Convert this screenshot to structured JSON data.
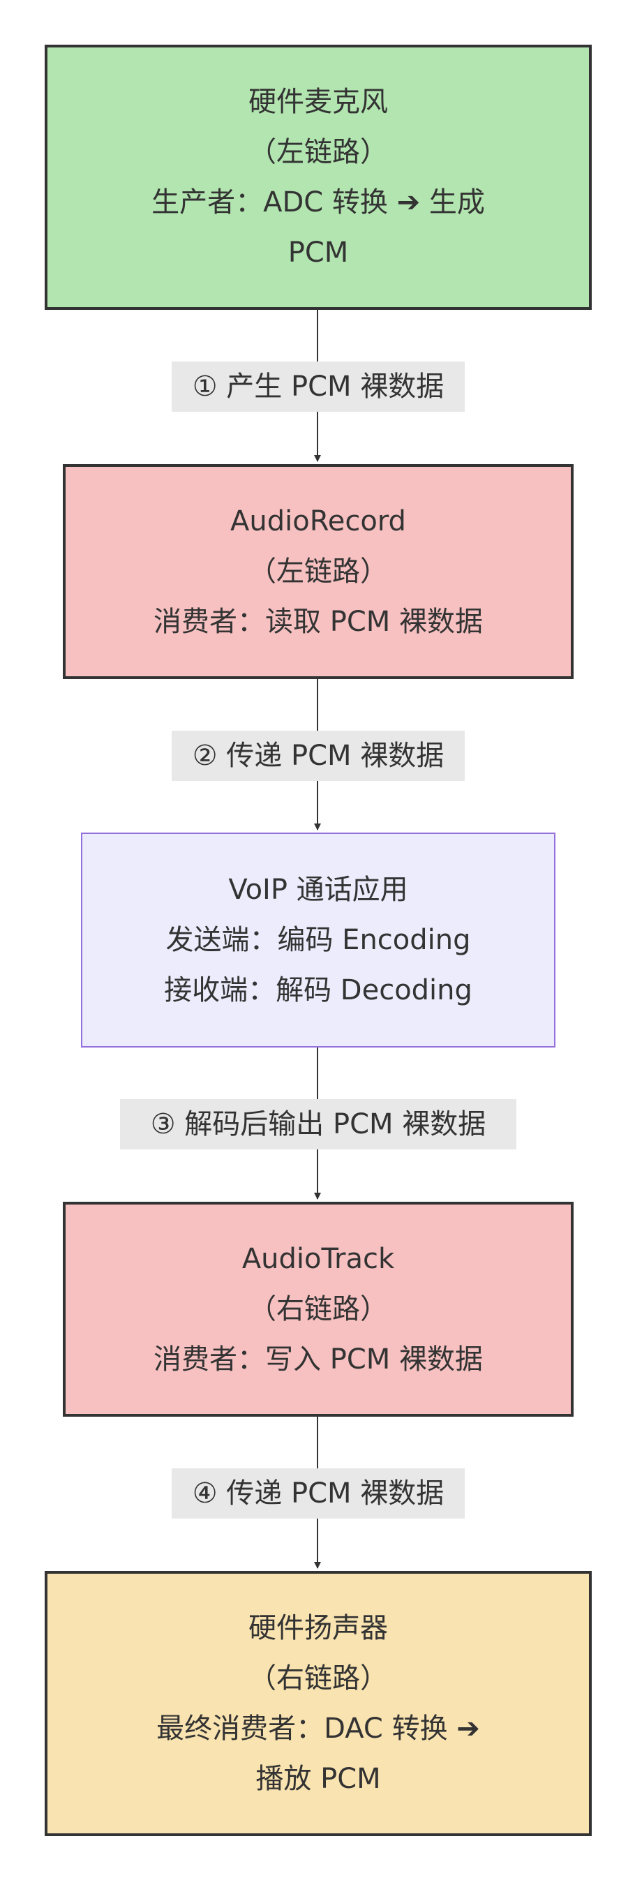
{
  "colors": {
    "mic_fill": "#b3e5b0",
    "pink_fill": "#f7c1c1",
    "voip_fill": "#ececfd",
    "voip_stroke": "#9370db",
    "speaker_fill": "#f9e3b0",
    "dark_stroke": "#333333",
    "edge_label_bg": "#e8e8e8"
  },
  "nodes": {
    "mic": {
      "lines": [
        "硬件麦克风",
        "（左链路）",
        "生产者：ADC 转换 ➔ 生成",
        "PCM"
      ]
    },
    "audio_record": {
      "lines": [
        "AudioRecord",
        "（左链路）",
        "消费者：读取 PCM 裸数据"
      ]
    },
    "voip": {
      "lines": [
        "VoIP 通话应用",
        "发送端：编码 Encoding",
        "接收端：解码 Decoding"
      ]
    },
    "audio_track": {
      "lines": [
        "AudioTrack",
        "（右链路）",
        "消费者：写入 PCM 裸数据"
      ]
    },
    "speaker": {
      "lines": [
        "硬件扬声器",
        "（右链路）",
        "最终消费者：DAC 转换 ➔",
        "播放 PCM"
      ]
    }
  },
  "edges": [
    {
      "label": "① 产生 PCM 裸数据"
    },
    {
      "label": "② 传递 PCM 裸数据"
    },
    {
      "label": "③ 解码后输出 PCM 裸数据"
    },
    {
      "label": "④ 传递 PCM 裸数据"
    }
  ]
}
